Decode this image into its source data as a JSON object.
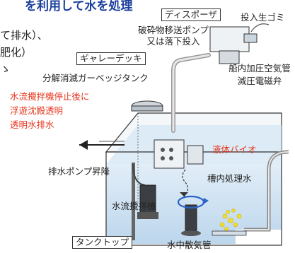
{
  "header": {
    "title_fragment": "を利用して水を処理",
    "left_line_1": "て排水）、",
    "left_line_2": "肥化）",
    "left_line_3": "ゝ"
  },
  "labels": {
    "disposer": "ディスポーザ",
    "input_garbage": "投入生ゴミ",
    "pump_line_1": "破砕物移送ポンプ",
    "pump_line_2": "又は落下投入",
    "galley_deck": "ギャレーデッキ",
    "tank_name": "分解消滅ガーベッジタンク",
    "air_line_1": "船内加圧空気管",
    "air_line_2": "減圧電磁弁",
    "discharge_line_1": "水流攪拌機停止後に",
    "discharge_line_2": "浮遊沈殿透明",
    "discharge_line_3": "透明水排水",
    "liquid_bio": "液体バイオ",
    "drain_pump": "排水ポンプ昇降",
    "treated_water": "槽内処理水",
    "agitator": "水流攪拌機",
    "tank_top": "タンクトップ",
    "diffuser": "水中散気管"
  },
  "colors": {
    "tank_water": "#cfe3f3",
    "tank_outline": "#333333",
    "accent_red": "#e8341c",
    "title_blue": "#1b3f9c",
    "bubbles": "#f2de2a"
  }
}
